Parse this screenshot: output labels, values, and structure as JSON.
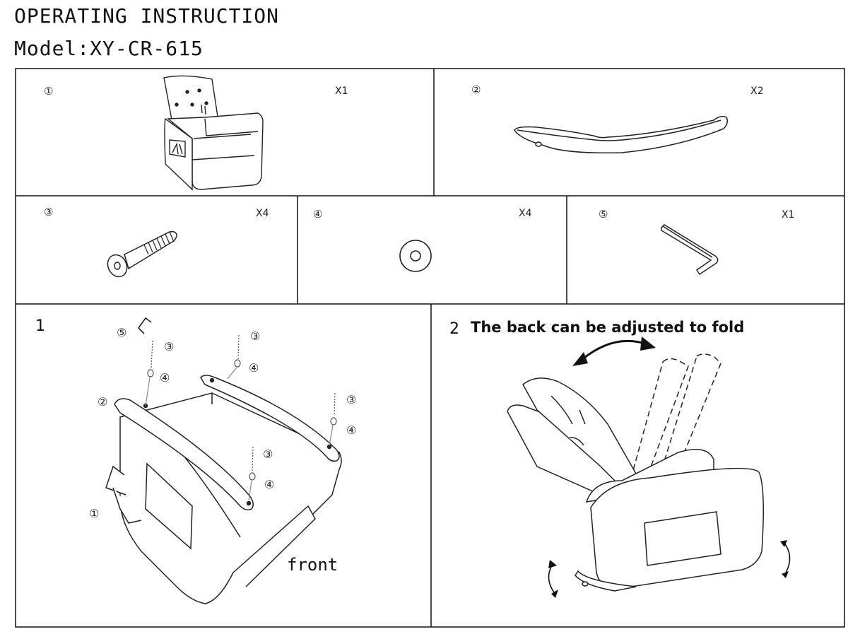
{
  "header": {
    "title": "OPERATING INSTRUCTION",
    "model": "Model:XY-CR-615"
  },
  "parts": [
    {
      "marker": "①",
      "quantity": "X1",
      "icon": "chair-icon"
    },
    {
      "marker": "②",
      "quantity": "X2",
      "icon": "rocker-base-icon"
    },
    {
      "marker": "③",
      "quantity": "X4",
      "icon": "bolt-icon"
    },
    {
      "marker": "④",
      "quantity": "X4",
      "icon": "washer-icon"
    },
    {
      "marker": "⑤",
      "quantity": "X1",
      "icon": "allen-key-icon"
    }
  ],
  "step1": {
    "number": "1",
    "front_label": "front",
    "callouts": [
      "⑤",
      "③",
      "④",
      "③",
      "④",
      "②",
      "③",
      "④",
      "③",
      "④",
      "①"
    ]
  },
  "step2": {
    "number": "2",
    "title": "The back can be adjusted to fold"
  }
}
